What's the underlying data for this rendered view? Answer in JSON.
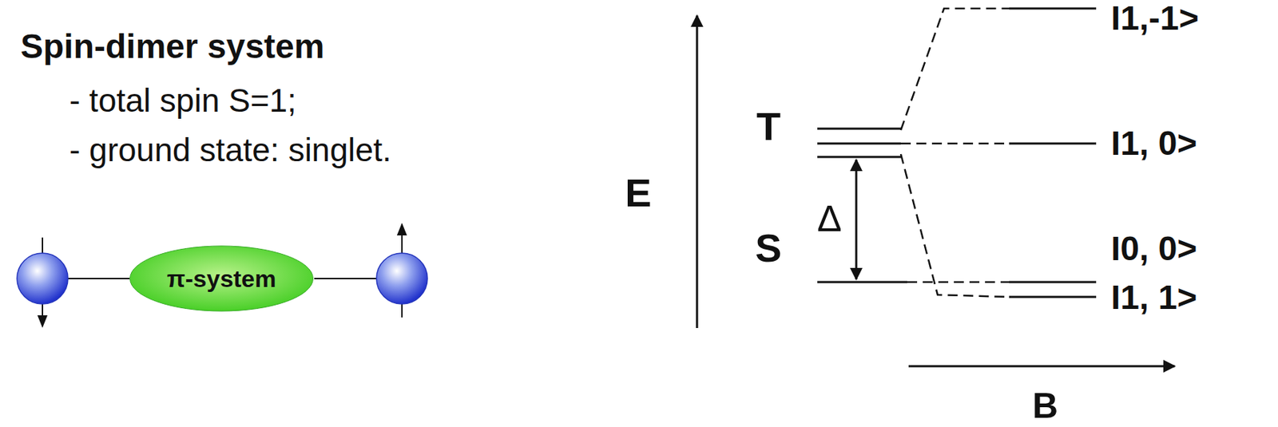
{
  "diagram": {
    "title": "Spin-dimer system",
    "nodes": [
      {
        "text": [
          "π-system"
        ]
      }
    ],
    "labels": [
      "- total spin S=1;",
      "- ground state: singlet.",
      "E",
      "T",
      "S",
      "Δ",
      "I1,-1>",
      "I1, 0>",
      "I0, 0>",
      "I1, 1>",
      "B"
    ]
  }
}
